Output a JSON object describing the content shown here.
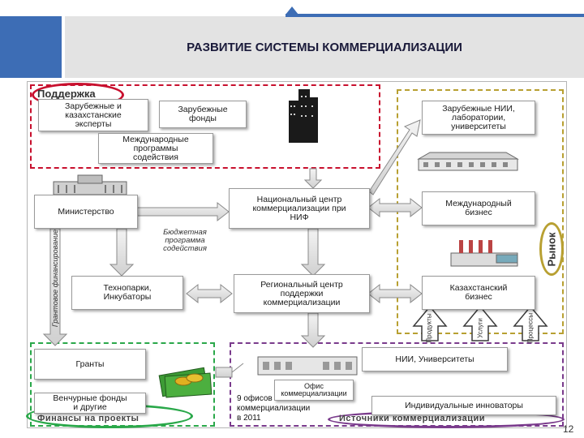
{
  "header": {
    "title": "РАЗВИТИЕ СИСТЕМЫ КОММЕРЦИАЛИЗАЦИИ",
    "accent_color": "#3d6db5",
    "band_color": "#e3e3e3"
  },
  "groups": {
    "support_label": "Поддержка",
    "market_label": "Рынок",
    "finance_label": "Финансы на проекты",
    "sources_label": "Источники коммерциализации"
  },
  "boxes": {
    "foreign_experts": "Зарубежные и\nказахстанские\nэксперты",
    "foreign_funds": "Зарубежные\nфонды",
    "intl_programs": "Международные\nпрограммы\nсодействия",
    "foreign_research": "Зарубежные НИИ,\nлаборатории,\nуниверситеты",
    "ministry": "Министерство",
    "national_center": "Национальный центр\nкоммерциализации при\nНИФ",
    "intl_business": "Международный\nбизнес",
    "technoparks": "Технопарки,\nИнкубаторы",
    "regional_center": "Региональный центр\nподдержки\nкоммерциализации",
    "kz_business": "Казахстанский\nбизнес",
    "grants": "Гранты",
    "venture_funds": "Венчурные фонды\nи другие",
    "research_univ": "НИИ, Университеты",
    "commercialization_office": "Офис\nкоммерциализации",
    "individual_innovators": "Индивидуальные инноваторы"
  },
  "annotations": {
    "budget_program": "Бюджетная\nпрограмма\nсодействия",
    "grant_funding": "Грантовое финансирование",
    "offices_note": "9 офисов\nкоммерциализации\nв 2011"
  },
  "arrows_up": {
    "products": "Продукты",
    "services": "Услуги",
    "processes": "Процессы"
  },
  "page_number": "12",
  "colors": {
    "support": "#c8102e",
    "market": "#b8a032",
    "finance": "#2aa84a",
    "sources": "#7a3b8c"
  }
}
